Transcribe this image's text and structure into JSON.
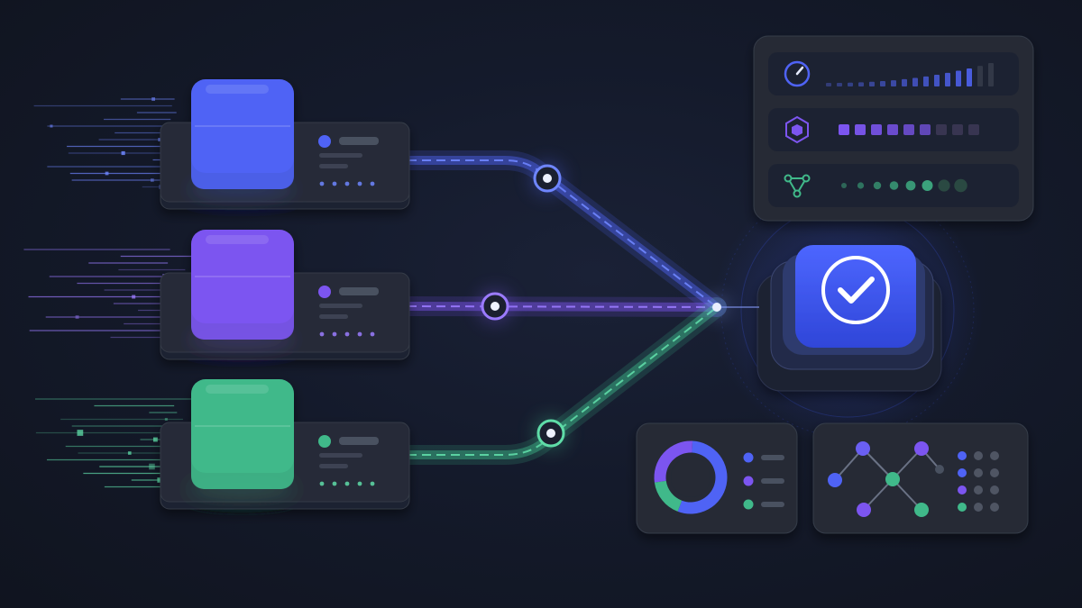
{
  "palette": {
    "background": "#141a2b",
    "card": "#262b37",
    "card_border": "#343a47",
    "panel": "#1f2430",
    "placeholder": "#4a5160",
    "blue": "#4f63f5",
    "purple": "#7c55f0",
    "green": "#3fb98a",
    "hub_blue": "#3d56ee"
  },
  "sources": [
    {
      "color": "#4f63f5",
      "accent": "#6f86ff",
      "icon": "cube-icon",
      "checkpoint_icon": "checkpoint-node-icon"
    },
    {
      "color": "#7c55f0",
      "accent": "#9b7bff",
      "icon": "cube-icon",
      "checkpoint_icon": "checkpoint-node-icon"
    },
    {
      "color": "#3fb98a",
      "accent": "#5fdca8",
      "icon": "cube-icon",
      "checkpoint_icon": "checkpoint-node-icon"
    }
  ],
  "hub": {
    "icon": "check-circle-icon",
    "state": "success"
  },
  "status_panel": {
    "rows": [
      {
        "icon": "gauge-icon",
        "color": "#4f63f5",
        "meter": "bars",
        "level": 0.9
      },
      {
        "icon": "hexagon-cube-icon",
        "color": "#7c55f0",
        "meter": "squares",
        "level": 0.6
      },
      {
        "icon": "network-triangle-icon",
        "color": "#3fb98a",
        "meter": "dots",
        "level": 0.75
      }
    ]
  },
  "donut_card": {
    "icon": "donut-chart-icon",
    "segments": [
      {
        "color": "#4f63f5",
        "fraction": 0.55
      },
      {
        "color": "#3fb98a",
        "fraction": 0.17
      },
      {
        "color": "#7c55f0",
        "fraction": 0.28
      }
    ],
    "legend_colors": [
      "#4f63f5",
      "#7c55f0",
      "#3fb98a"
    ]
  },
  "graph_card": {
    "icon": "node-graph-icon"
  }
}
